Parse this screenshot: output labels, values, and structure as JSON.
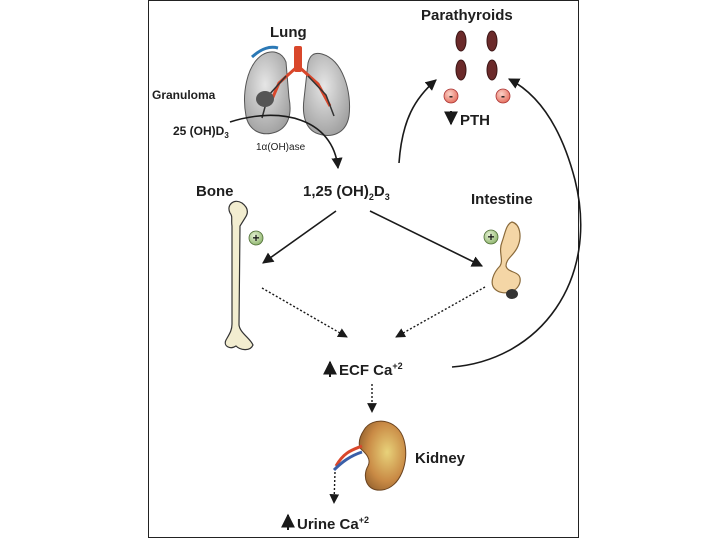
{
  "labels": {
    "lung": "Lung",
    "parathyroids": "Parathyroids",
    "granuloma": "Granuloma",
    "vitd_25_main": "25 (OH)D",
    "vitd_25_sub": "3",
    "enzyme": "1α(OH)ase",
    "vitd_125_a": "1,25 (OH)",
    "vitd_125_sub1": "2",
    "vitd_125_b": "D",
    "vitd_125_sub2": "3",
    "bone": "Bone",
    "intestine": "Intestine",
    "pth": "PTH",
    "ecf_main": "ECF Ca",
    "ecf_sup": "+2",
    "kidney": "Kidney",
    "urine_main": "Urine Ca",
    "urine_sup": "+2"
  },
  "symbols": {
    "plus": "+",
    "minus": "-"
  },
  "colors": {
    "line": "#1a1a1a",
    "lung_fill": "#b9b9b9",
    "vessel_red": "#d9472b",
    "gland": "#6b2a2a",
    "inhibit": "#e46b5a",
    "stimulate": "#9bbf7a",
    "bone_fill": "#f2edd0",
    "intestine_fill": "#f4d6a6",
    "kidney_fill": "#c98a45"
  }
}
